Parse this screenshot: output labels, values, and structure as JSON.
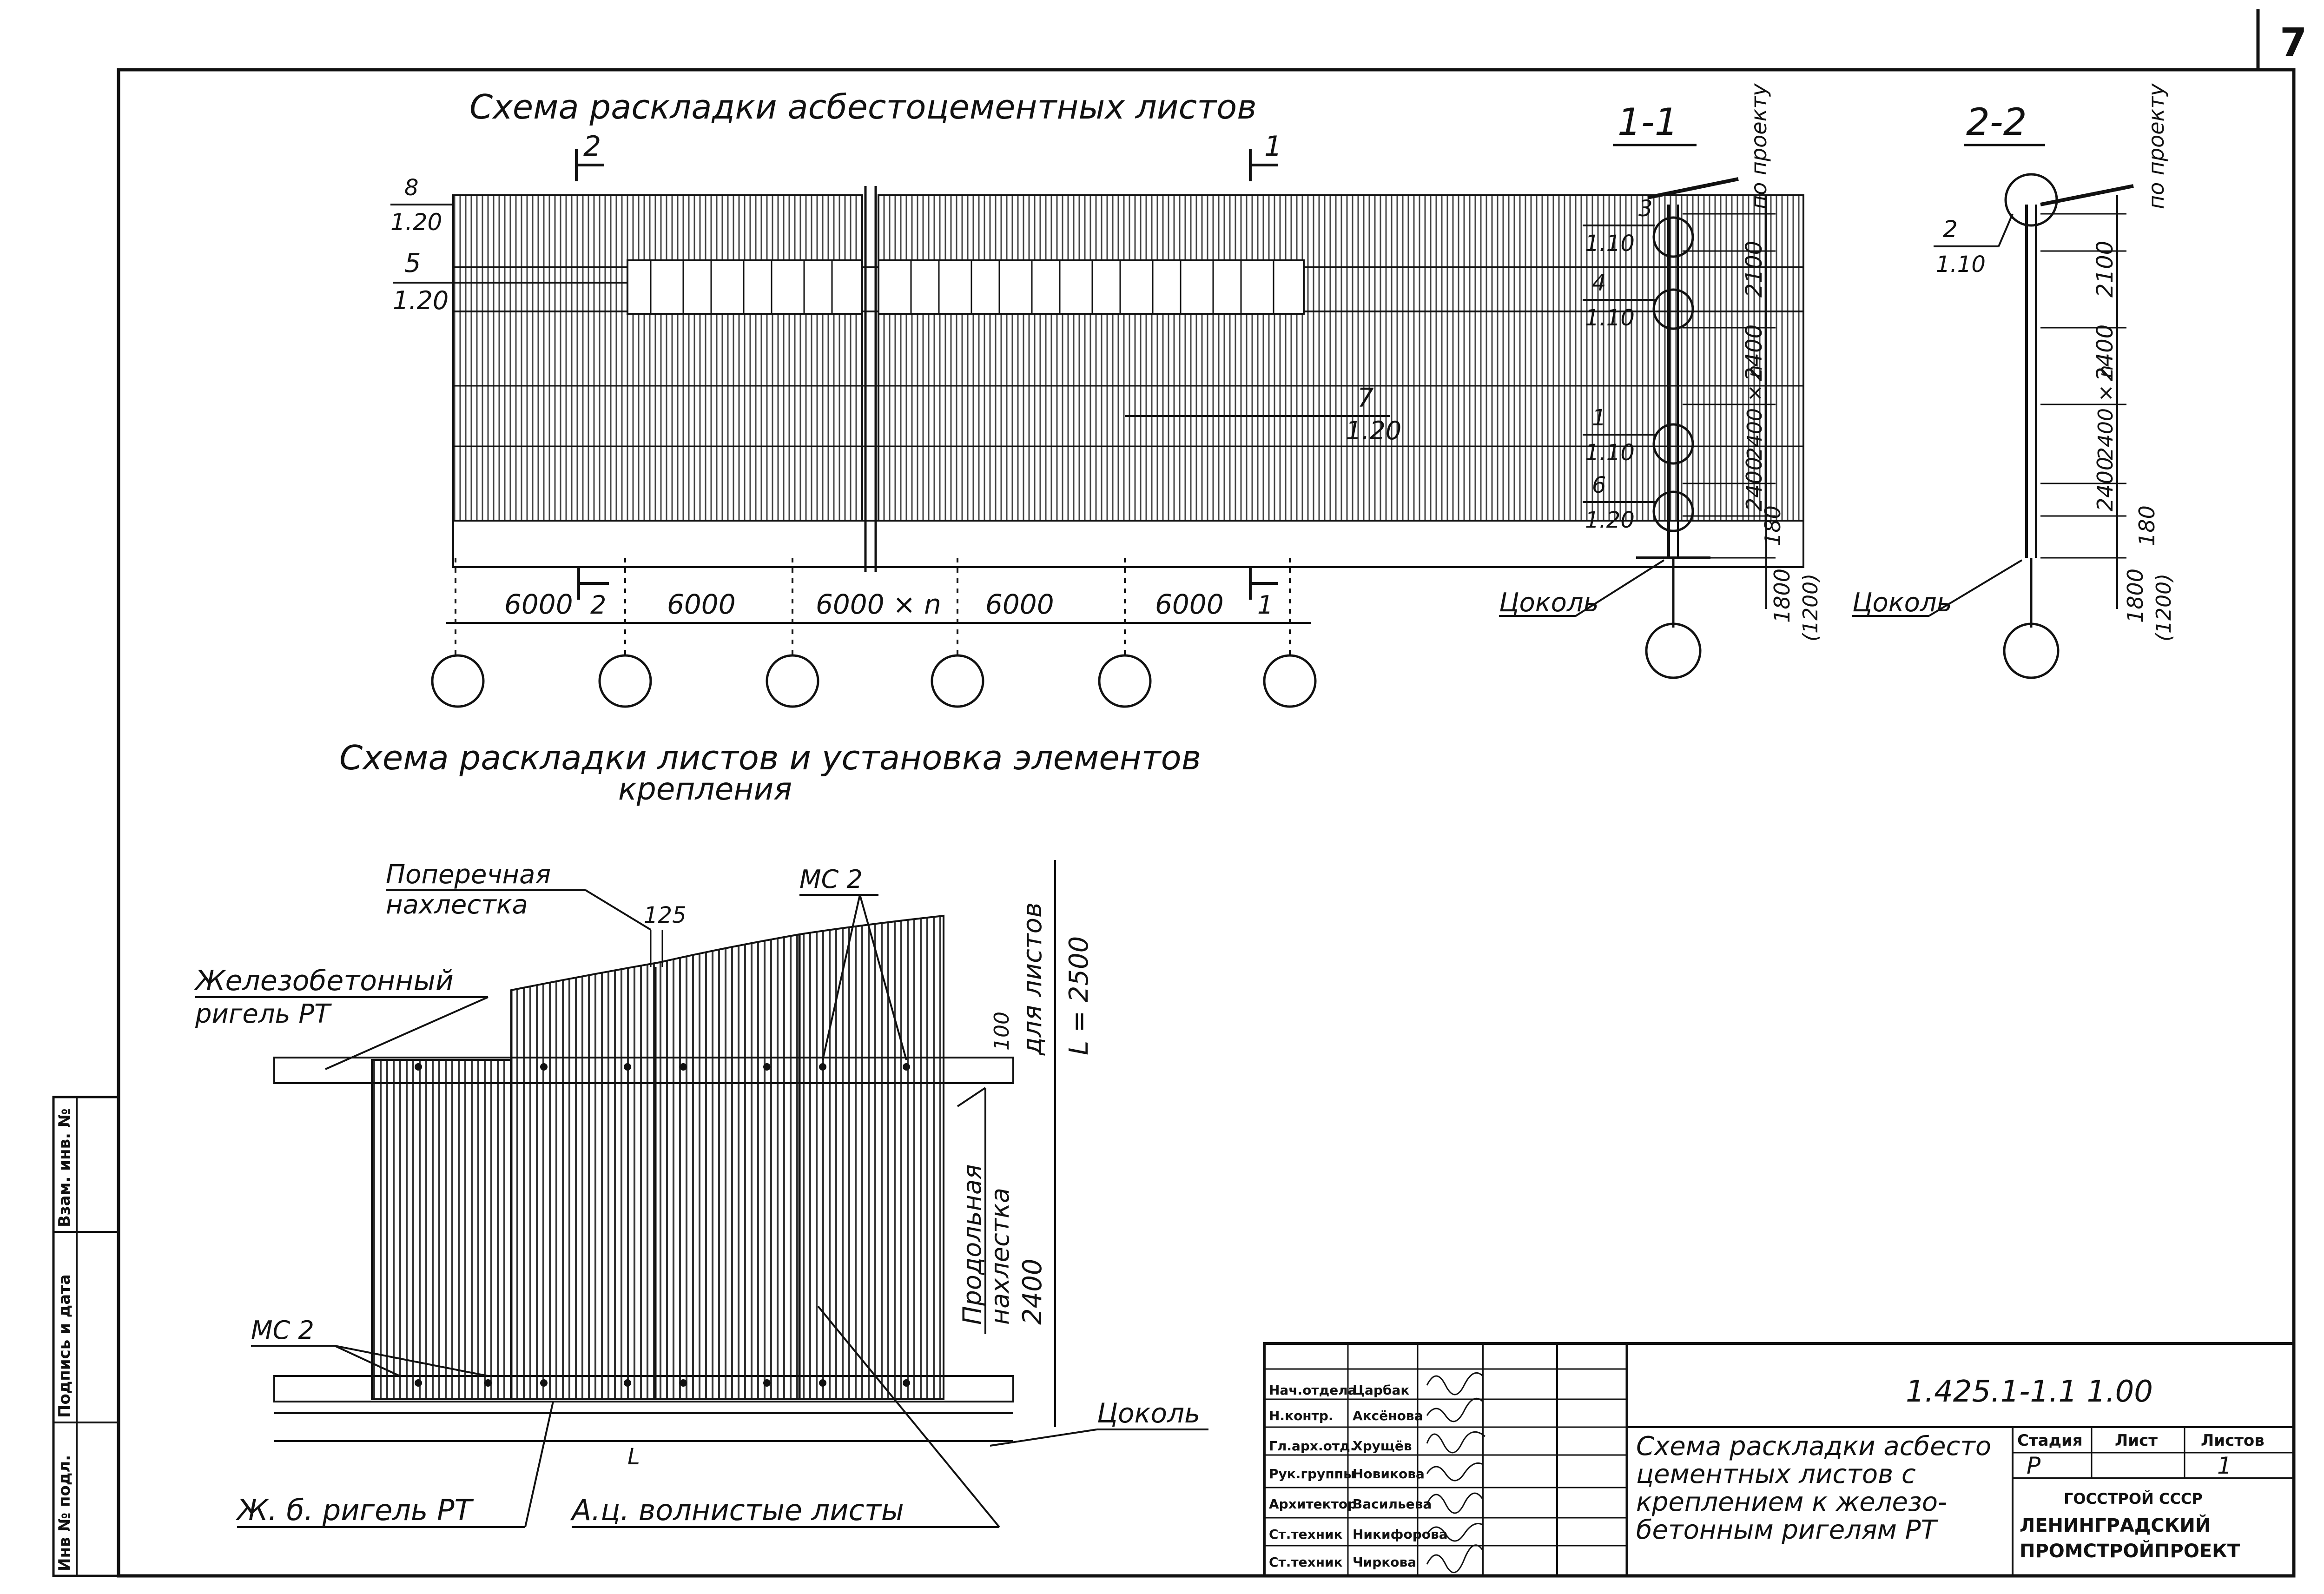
{
  "page": {
    "number": "7"
  },
  "facade": {
    "title": "Схема раскладки асбестоцементных листов",
    "section_left": "2",
    "section_right": "1",
    "callouts": [
      {
        "num": "8",
        "den": "1.20"
      },
      {
        "num": "5",
        "den": "1.20"
      },
      {
        "num": "7",
        "den": "1.20"
      }
    ],
    "dims": [
      "6000",
      "6000",
      "6000 × n",
      "6000",
      "6000"
    ],
    "dim_sec_left": "2",
    "dim_sec_right": "1"
  },
  "sec11": {
    "title": "1-1",
    "callouts": [
      {
        "num": "3",
        "den": "1.10"
      },
      {
        "num": "4",
        "den": "1.10"
      },
      {
        "num": "1",
        "den": "1.10"
      },
      {
        "num": "6",
        "den": "1.20"
      }
    ],
    "dims": [
      "по проекту",
      "2100",
      "2400",
      "2400 × n",
      "2400",
      "180"
    ],
    "bottom_dim": "1800",
    "bottom_dim2": "(1200)",
    "plinth": "Цоколь"
  },
  "sec22": {
    "title": "2-2",
    "callouts": [
      {
        "num": "2",
        "den": "1.10"
      }
    ],
    "dims": [
      "по проекту",
      "2100",
      "2400",
      "2400 × n",
      "2400",
      "180"
    ],
    "bottom_dim": "1800",
    "bottom_dim2": "(1200)",
    "plinth": "Цоколь"
  },
  "detail": {
    "title_line1": "Схема раскладки листов и установка элементов",
    "title_line2": "крепления",
    "transverse_1": "Поперечная",
    "transverse_2": "нахлестка",
    "dim_125": "125",
    "mc2_top": "МС 2",
    "rc_beam_1": "Железобетонный",
    "rc_beam_2": "ригель РТ",
    "dim_100": "100",
    "for_sheets": "для листов",
    "l_2500": "L = 2500",
    "longitudinal_1": "Продольная",
    "longitudinal_2": "нахлестка",
    "dim_2400": "2400",
    "mc2_left": "МС 2",
    "plinth": "Цоколь",
    "rc_beam_bottom": "Ж. б. ригель РТ",
    "asbestos": "А.ц. волнистые листы",
    "dim_l": "L"
  },
  "left_strip": [
    "Инв № подл.",
    "Подпись и дата",
    "Взам. инв. №"
  ],
  "titleblock": {
    "code": "1.425.1-1.1  1.00",
    "roles": [
      "Нач.отдела",
      "Н.контр.",
      "Гл.арх.отд.",
      "Рук.группы",
      "Архитектор",
      "Ст.техник",
      "Ст.техник"
    ],
    "names": [
      "Царбак",
      "Аксёнова",
      "Хрущёв",
      "Новикова",
      "Васильева",
      "Никифорова",
      "Чиркова"
    ],
    "description": [
      "Схема раскладки асбесто",
      "цементных листов с",
      "креплением к железо-",
      "бетонным ригелям РТ"
    ],
    "stage_h": "Стадия",
    "sheet_h": "Лист",
    "sheets_h": "Листов",
    "stage_v": "Р",
    "sheets_v": "1",
    "org1": "ГОССТРОЙ СССР",
    "org2": "ЛЕНИНГРАДСКИЙ",
    "org3": "ПРОМСТРОЙПРОЕКТ"
  }
}
